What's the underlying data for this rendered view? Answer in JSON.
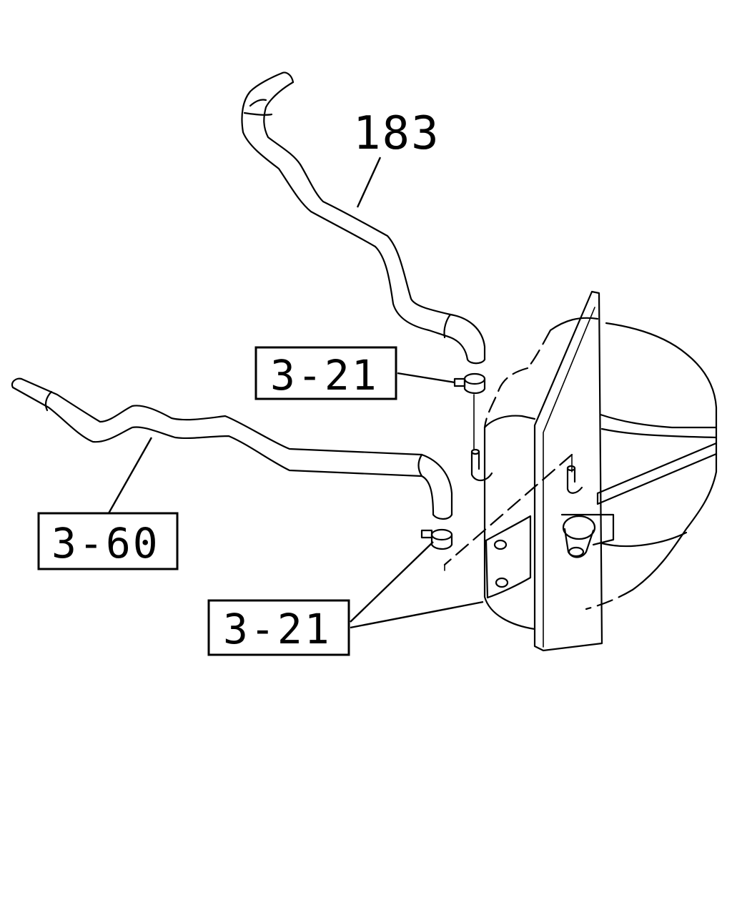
{
  "callouts": {
    "part_183": "183",
    "ref_clamp_top": "3-21",
    "ref_hose_left": "3-60",
    "ref_clamp_bottom": "3-21"
  }
}
